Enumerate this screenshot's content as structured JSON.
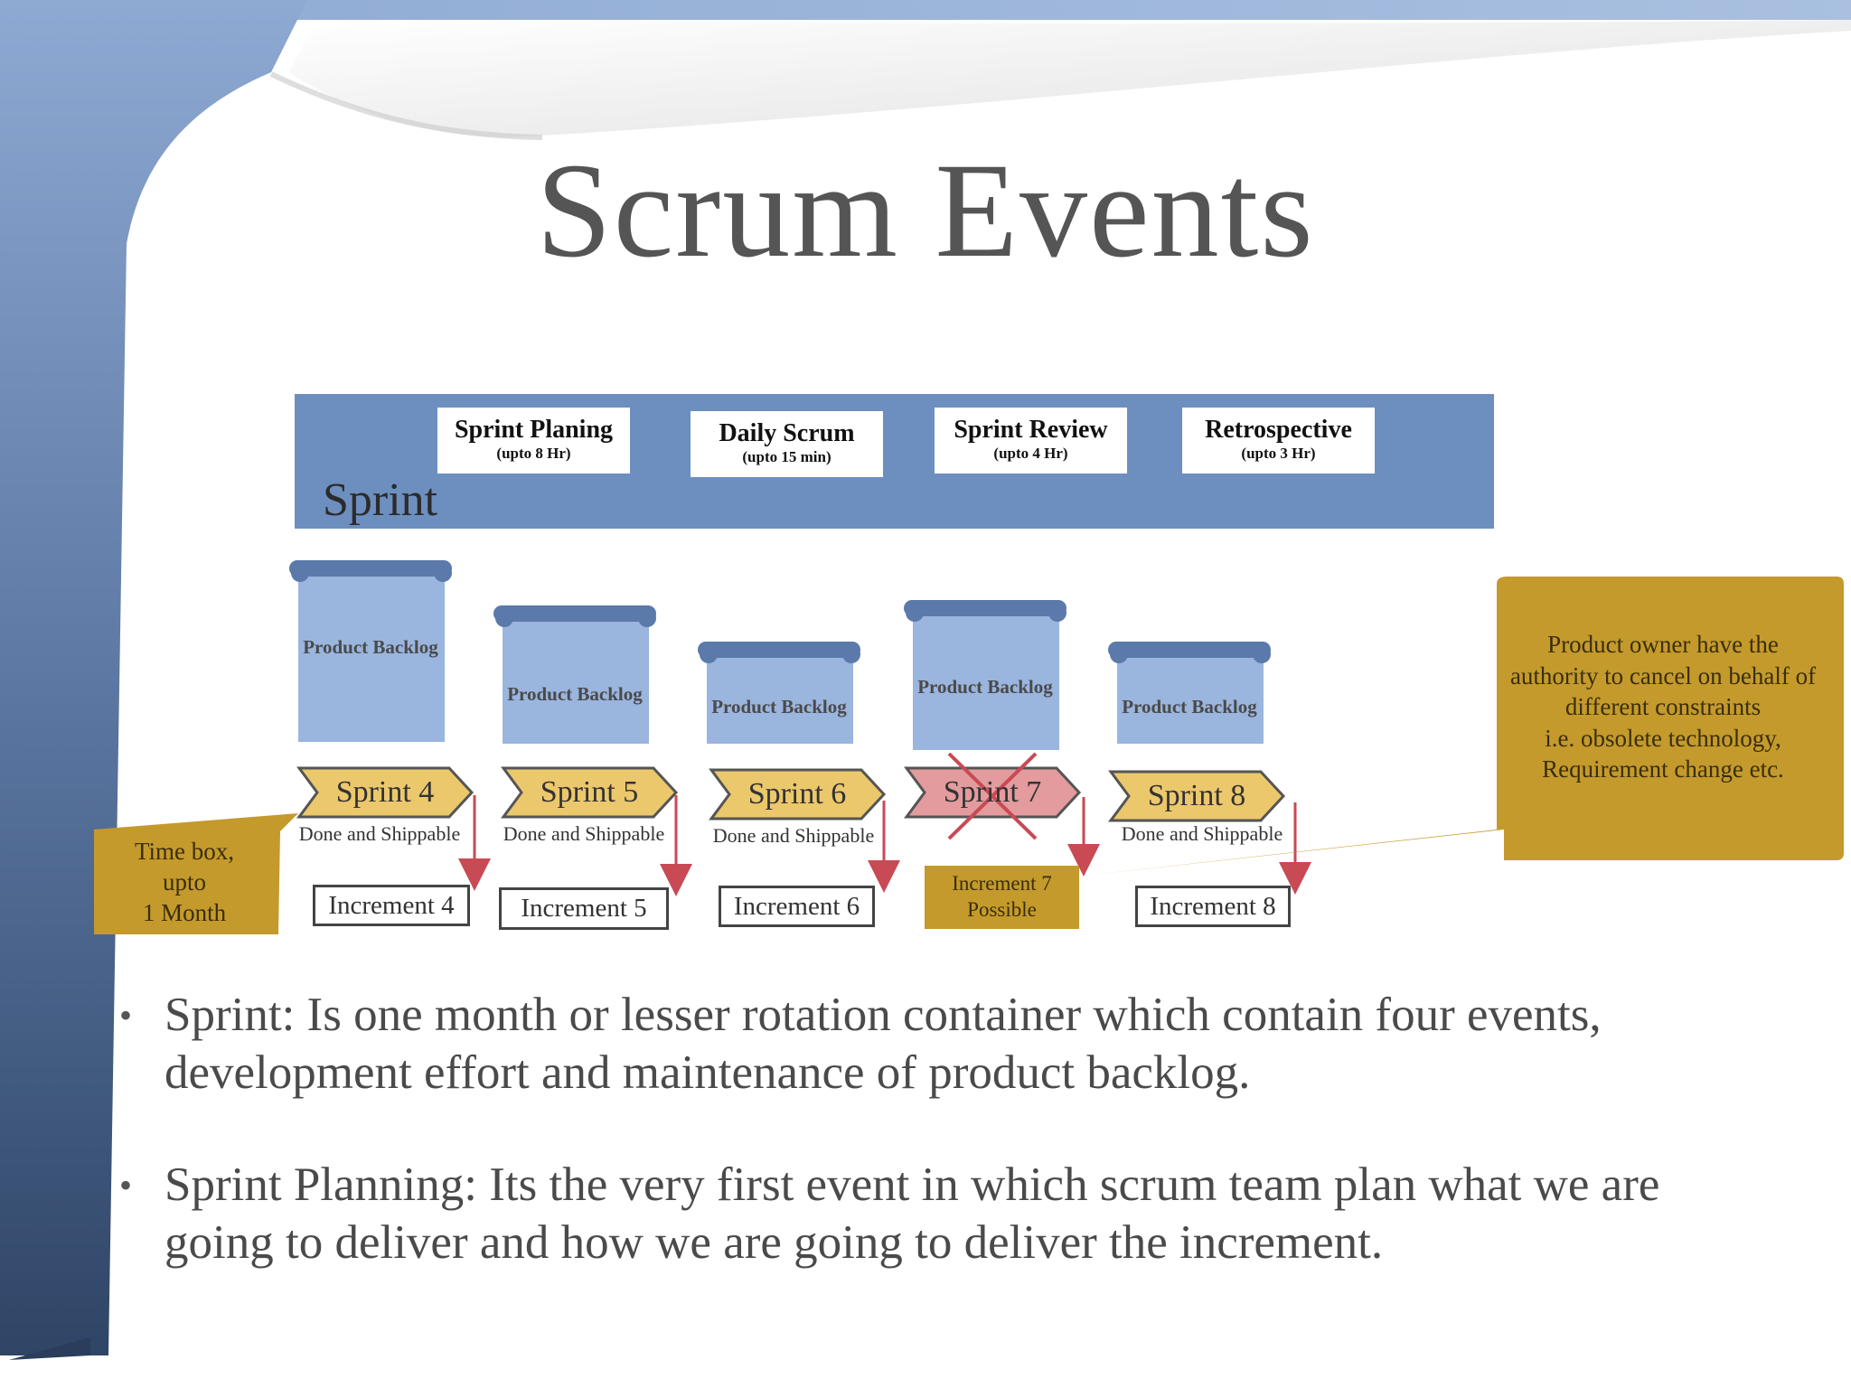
{
  "title": "Scrum Events",
  "colors": {
    "band": "#6d8fc0",
    "backlog": "#9ab5de",
    "backlog_rod": "#5b79aa",
    "sprint_chevron": "#ecc86c",
    "cancelled_chevron": "#e39b9e",
    "callout": "#c49a2c",
    "arrow_red": "#c84a55",
    "text": "#4a4a4a"
  },
  "sprint_band": {
    "label": "Sprint",
    "events": [
      {
        "name": "Sprint Planing",
        "duration": "(upto 8 Hr)"
      },
      {
        "name": "Daily Scrum",
        "duration": "(upto 15 min)"
      },
      {
        "name": "Sprint Review",
        "duration": "(upto 4 Hr)"
      },
      {
        "name": "Retrospective",
        "duration": "(upto 3 Hr)"
      }
    ]
  },
  "sprints": [
    {
      "backlog": "Product Backlog",
      "name": "Sprint 4",
      "status": "Done and Shippable",
      "increment": "Increment 4"
    },
    {
      "backlog": "Product Backlog",
      "name": "Sprint 5",
      "status": "Done and Shippable",
      "increment": "Increment 5"
    },
    {
      "backlog": "Product Backlog",
      "name": "Sprint 6",
      "status": "Done and Shippable",
      "increment": "Increment 6"
    },
    {
      "backlog": "Product Backlog",
      "name": "Sprint 7",
      "status": "",
      "increment": "Increment 7\nPossible",
      "cancelled": true
    },
    {
      "backlog": "Product Backlog",
      "name": "Sprint 8",
      "status": "Done and Shippable",
      "increment": "Increment 8"
    }
  ],
  "callouts": {
    "timebox": "Time box,\nupto\n1 Month",
    "owner_note": "Product owner have the\nauthority to cancel on behalf of\ndifferent constraints\ni.e. obsolete technology,\nRequirement change etc."
  },
  "bullets": [
    "Sprint: Is one month or lesser rotation container which contain four events, development effort and maintenance of product backlog.",
    "Sprint Planning: Its the very first event in which scrum team plan what we are going to deliver and how we are going to deliver the increment."
  ]
}
